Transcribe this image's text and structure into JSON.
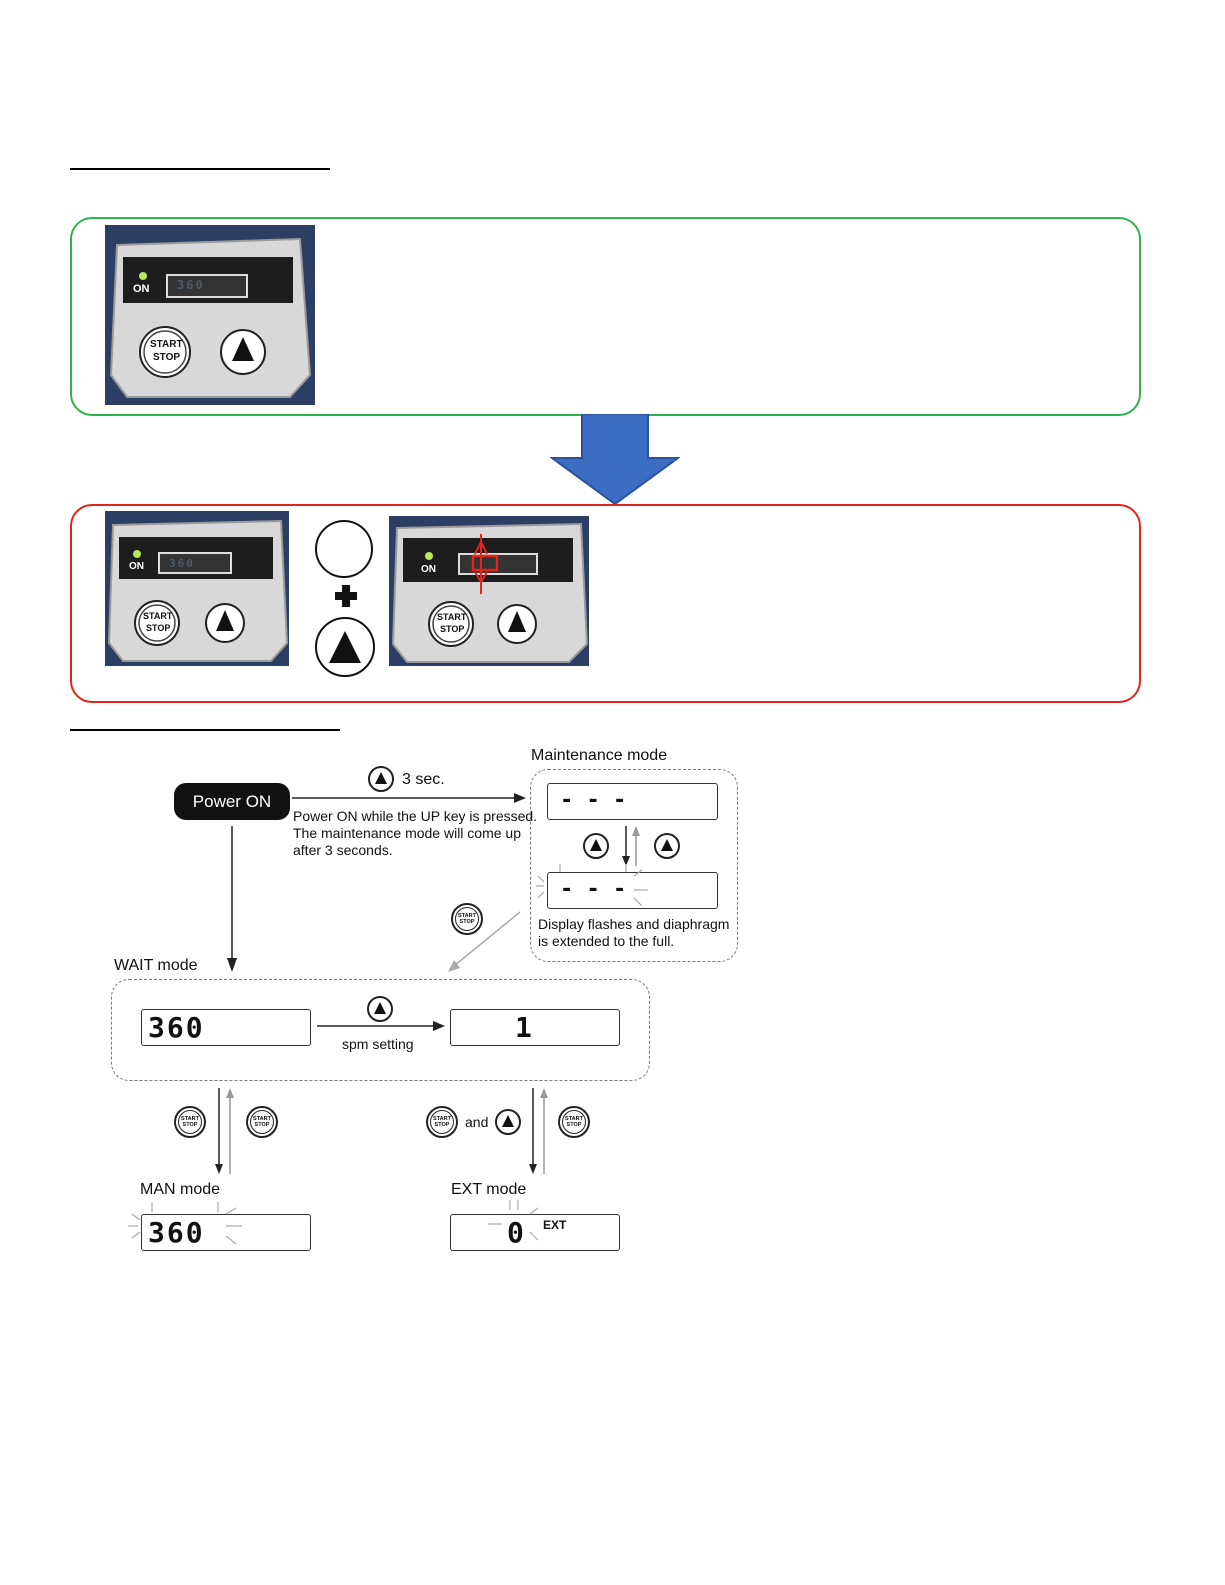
{
  "top_panel": {
    "display_value": "360",
    "on_label": "ON",
    "start_label": "START",
    "stop_label": "STOP"
  },
  "bottom_panel": {
    "left": {
      "display_value": "360",
      "on_label": "ON",
      "start_label": "START",
      "stop_label": "STOP"
    },
    "right": {
      "on_label": "ON",
      "start_label": "START",
      "stop_label": "STOP"
    }
  },
  "diagram": {
    "power_on": "Power ON",
    "three_sec": "3 sec.",
    "power_note_1": "Power ON while the UP key is pressed.",
    "power_note_2": "The maintenance mode will come up",
    "power_note_3": "after 3 seconds.",
    "maintenance_title": "Maintenance mode",
    "maint_display_top": "- - -",
    "maint_display_bottom": "- - -",
    "maint_note_1": "Display flashes and diaphragm",
    "maint_note_2": "is extended to the full.",
    "wait_title": "WAIT mode",
    "wait_display": "360",
    "spm_setting": "spm setting",
    "spm_display": "1",
    "and_label": "and",
    "man_title": "MAN mode",
    "man_display": "360",
    "ext_title": "EXT mode",
    "ext_display": "0",
    "ext_tag": "EXT",
    "btn_start": "START",
    "btn_stop": "STOP"
  }
}
